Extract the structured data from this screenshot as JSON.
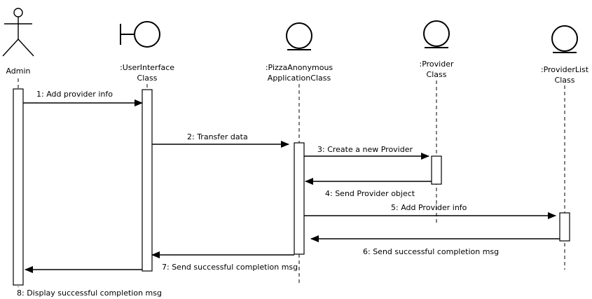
{
  "participants": [
    {
      "id": "admin",
      "kind": "actor",
      "lines": [
        "Admin"
      ]
    },
    {
      "id": "ui",
      "kind": "boundary",
      "lines": [
        ":UserInterface",
        "Class"
      ]
    },
    {
      "id": "app",
      "kind": "control",
      "lines": [
        ":PizzaAnonymous",
        "ApplicationClass"
      ]
    },
    {
      "id": "provider",
      "kind": "entity",
      "lines": [
        ":Provider",
        "Class"
      ]
    },
    {
      "id": "providerlist",
      "kind": "entity",
      "lines": [
        ":ProviderList",
        "Class"
      ]
    }
  ],
  "messages": [
    {
      "label": "1: Add provider info"
    },
    {
      "label": "2: Transfer data"
    },
    {
      "label": "3: Create a new Provider"
    },
    {
      "label": "4: Send Provider object"
    },
    {
      "label": "5: Add Provider info"
    },
    {
      "label": "6: Send successful completion msg"
    },
    {
      "label": "7: Send successful completion msg"
    },
    {
      "label": "8: Display successful completion msg"
    }
  ]
}
